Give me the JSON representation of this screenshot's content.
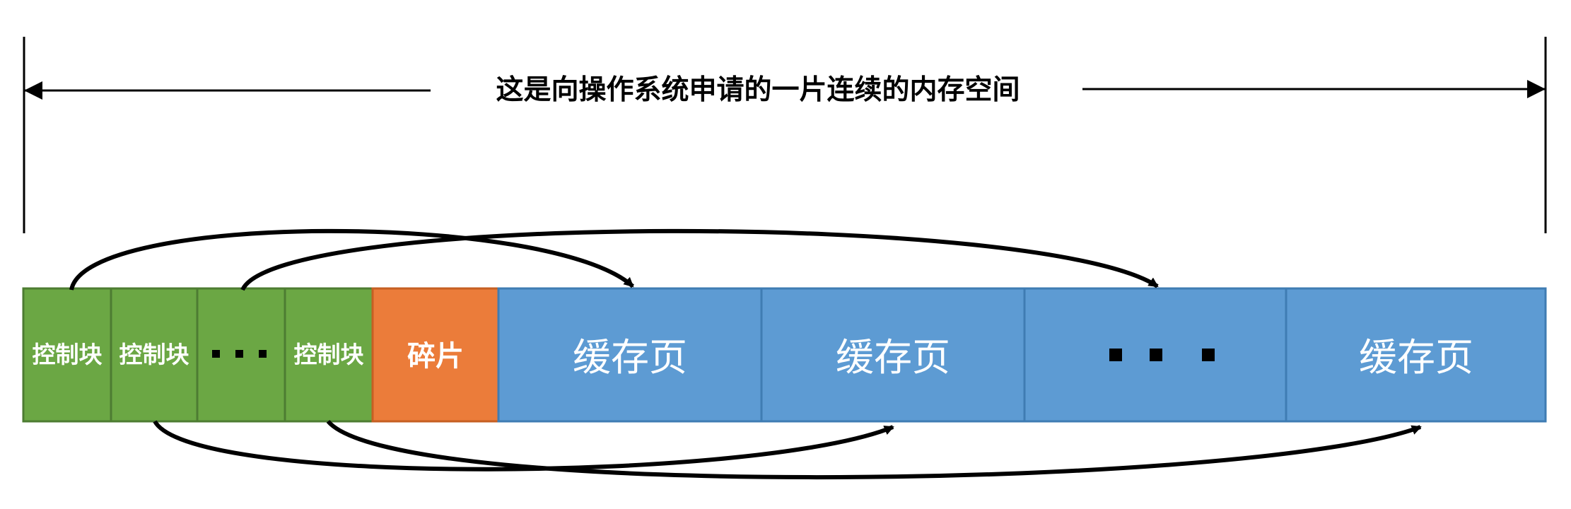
{
  "span": {
    "label": "这是向操作系统申请的一片连续的内存空间"
  },
  "blocks": {
    "control_1": "控制块",
    "control_2": "控制块",
    "control_4": "控制块",
    "fragment": "碎片",
    "page_1": "缓存页",
    "page_2": "缓存页",
    "page_4": "缓存页"
  },
  "colors": {
    "control_block": "#6ba744",
    "control_border": "#4d7c32",
    "fragment": "#eb7c3a",
    "fragment_border": "#c65f23",
    "cache_page": "#5d9bd3",
    "cache_border": "#3f7cb3",
    "arrow": "#000000"
  },
  "icons": {
    "control_ellipsis": "three-square-dots",
    "page_ellipsis": "three-square-dots"
  }
}
